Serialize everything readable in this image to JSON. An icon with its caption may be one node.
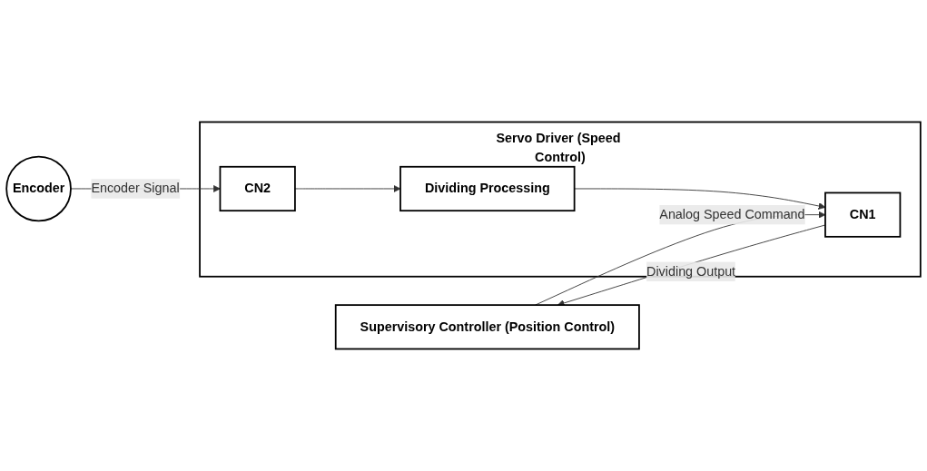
{
  "diagram": {
    "nodes": [
      {
        "text": [
          "Supervisory Controller (Position Control)"
        ]
      },
      {
        "text": [
          "Servo Driver (Speed Control)"
        ]
      },
      {
        "text": [
          "CN1"
        ],
        "in": 1
      },
      {
        "text": [
          "Dividing Processing"
        ],
        "in": 1
      },
      {
        "text": [
          "CN2"
        ],
        "in": 1
      },
      {
        "text": [
          "Encoder"
        ]
      }
    ],
    "edges": [
      {
        "from": 0,
        "to": 2,
        "arrow": "to",
        "label": "Analog Speed Command"
      },
      {
        "from": 2,
        "to": 0,
        "arrow": "to",
        "label": "Dividing Output"
      },
      {
        "from": 3,
        "to": 2,
        "arrow": "to"
      },
      {
        "from": 4,
        "to": 3,
        "arrow": "to"
      },
      {
        "from": 5,
        "to": 4,
        "arrow": "to",
        "label": "Encoder Signal"
      }
    ]
  }
}
